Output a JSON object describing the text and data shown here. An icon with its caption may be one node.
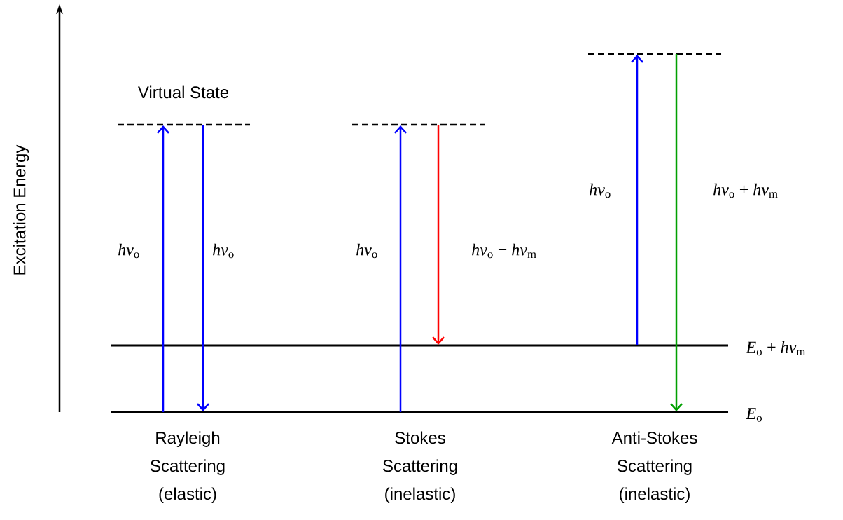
{
  "diagram": {
    "nodes": [
      {
        "text": [
          "Virtual State"
        ]
      },
      {
        "text": [],
        "shape": "bar"
      },
      {
        "text": [],
        "shape": "bar"
      },
      {
        "text": [
          "*E*$_{o}$ + *hv*$_{m}$"
        ]
      },
      {
        "text": [
          "*E*$_{o}$"
        ]
      }
    ],
    "edges": [
      {
        "from": 4,
        "to": 0,
        "arrow": "to",
        "label": "*hv*$_{o}$"
      },
      {
        "from": 0,
        "to": 4,
        "arrow": "to",
        "label": "*hv*$_{o}$"
      },
      {
        "from": 4,
        "to": 1,
        "arrow": "to",
        "label": "*hv*$_{o}$"
      },
      {
        "from": 1,
        "to": 3,
        "arrow": "to",
        "label": "*hv*$_{o}$ − *hv*$_{m}$",
        "color": "#ff0000"
      },
      {
        "from": 3,
        "to": 2,
        "arrow": "to",
        "label": "*hv*$_{o}$"
      },
      {
        "from": 2,
        "to": 4,
        "arrow": "to",
        "label": "*hv*$_{o}$ + *hv*$_{m}$",
        "color": "#00a000"
      }
    ],
    "labels": [
      "Excitation Energy",
      "Rayleigh Scattering (elastic)",
      "Stokes Scattering (inelastic)",
      "Anti-Stokes Scattering (inelastic)"
    ]
  }
}
